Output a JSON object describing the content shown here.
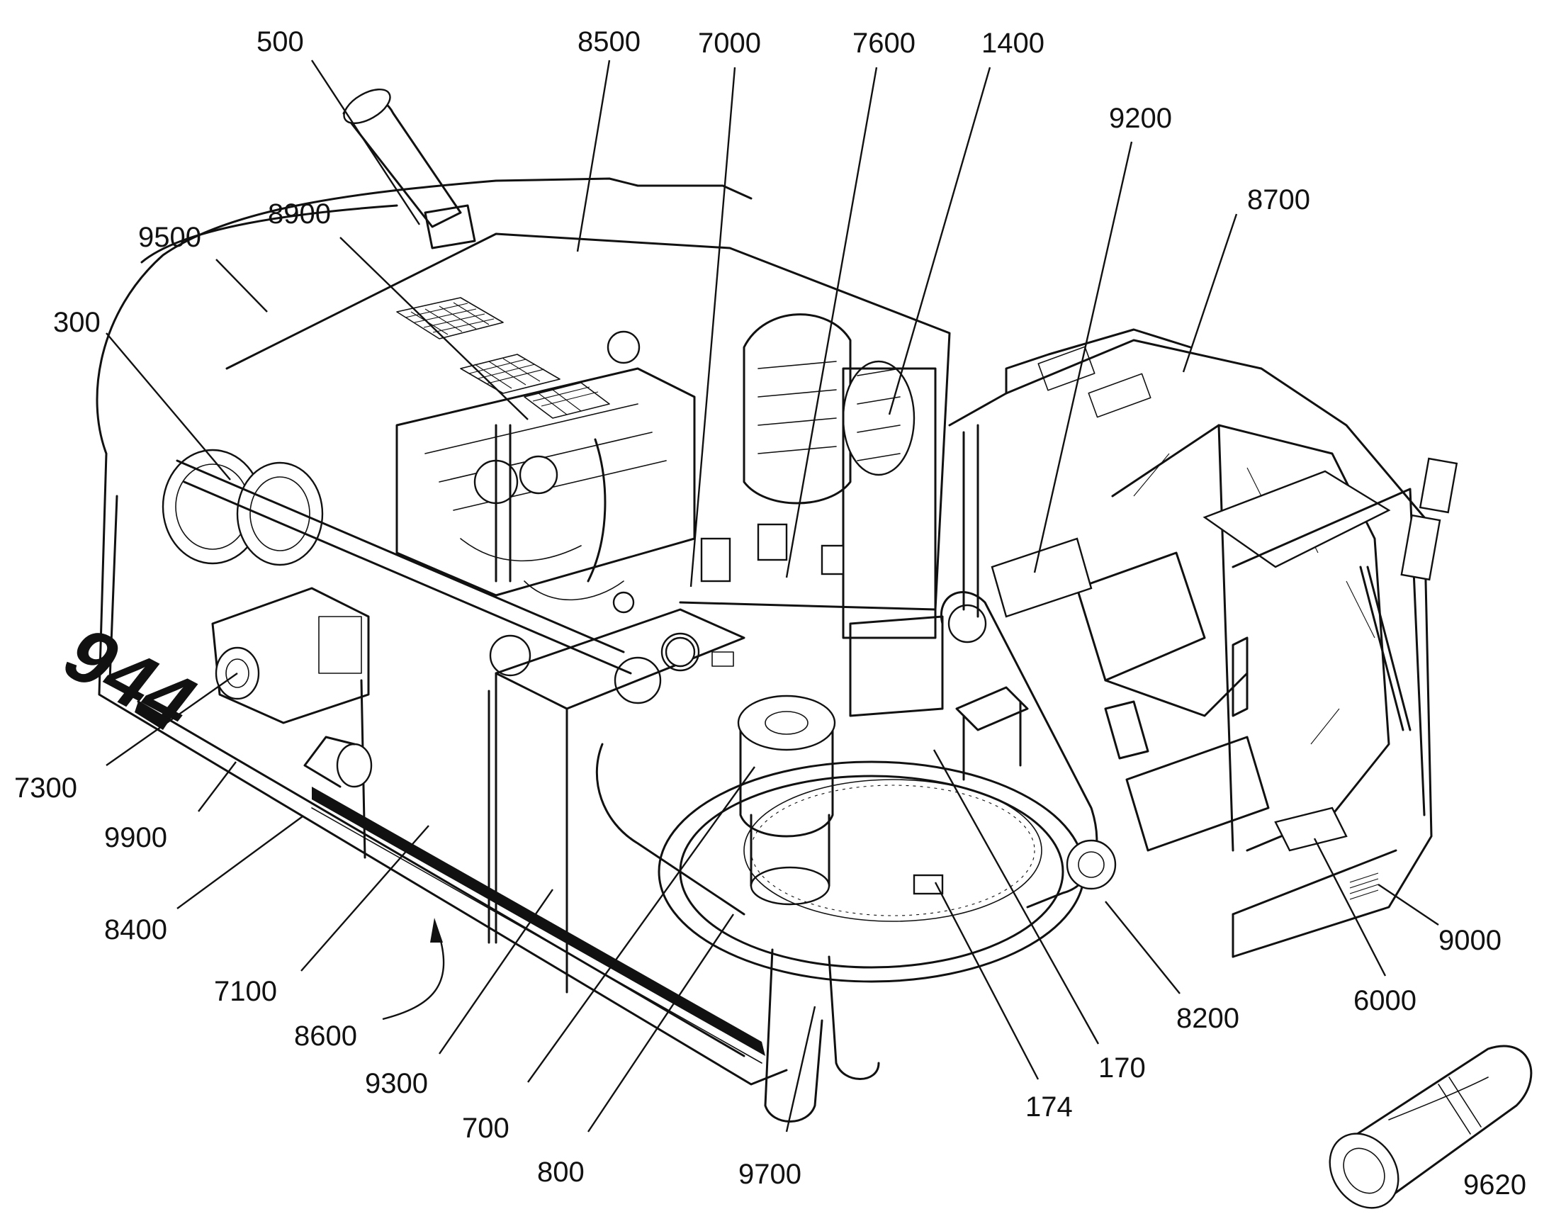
{
  "figure": {
    "decal_text": "944",
    "labels": [
      {
        "id": "500",
        "text": "500"
      },
      {
        "id": "8500",
        "text": "8500"
      },
      {
        "id": "7000",
        "text": "7000"
      },
      {
        "id": "7600",
        "text": "7600"
      },
      {
        "id": "1400",
        "text": "1400"
      },
      {
        "id": "9200",
        "text": "9200"
      },
      {
        "id": "8700",
        "text": "8700"
      },
      {
        "id": "9500",
        "text": "9500"
      },
      {
        "id": "8900",
        "text": "8900"
      },
      {
        "id": "300",
        "text": "300"
      },
      {
        "id": "7300",
        "text": "7300"
      },
      {
        "id": "9900",
        "text": "9900"
      },
      {
        "id": "8400",
        "text": "8400"
      },
      {
        "id": "7100",
        "text": "7100"
      },
      {
        "id": "8600",
        "text": "8600"
      },
      {
        "id": "9300",
        "text": "9300"
      },
      {
        "id": "700",
        "text": "700"
      },
      {
        "id": "800",
        "text": "800"
      },
      {
        "id": "9700",
        "text": "9700"
      },
      {
        "id": "174",
        "text": "174"
      },
      {
        "id": "170",
        "text": "170"
      },
      {
        "id": "8200",
        "text": "8200"
      },
      {
        "id": "6000",
        "text": "6000"
      },
      {
        "id": "9000",
        "text": "9000"
      },
      {
        "id": "9620",
        "text": "9620"
      }
    ]
  }
}
